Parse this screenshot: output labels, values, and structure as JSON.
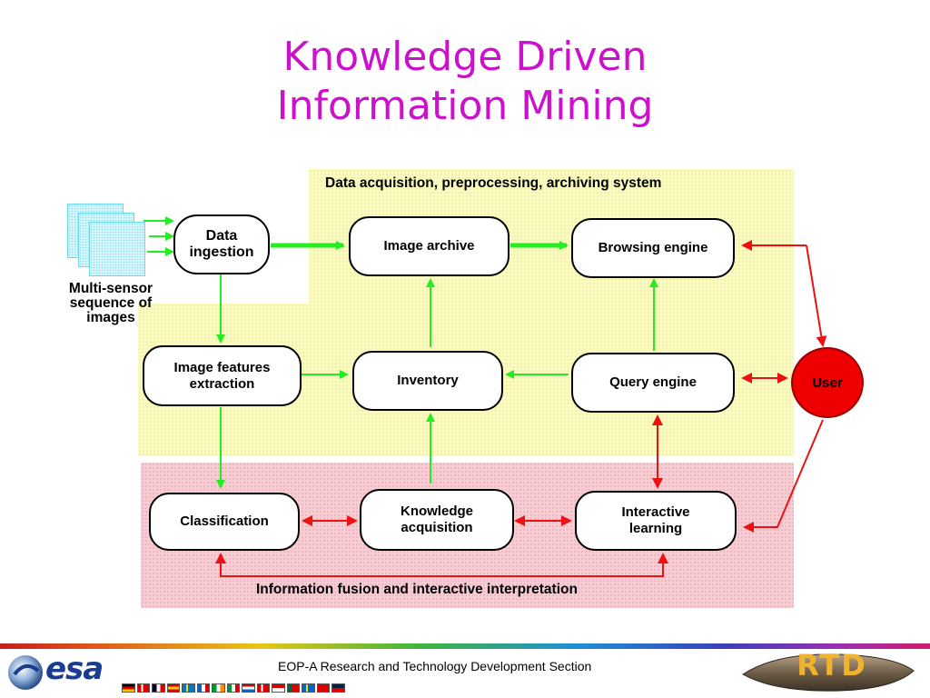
{
  "title": {
    "line1": "Knowledge Driven",
    "line2": "Information Mining"
  },
  "zones": {
    "top_label": "Data acquisition, preprocessing, archiving system",
    "bottom_label": "Information fusion and interactive interpretation"
  },
  "input": {
    "label": "Multi-sensor\nsequence of\nimages"
  },
  "nodes": {
    "data_ingestion": "Data\ningestion",
    "image_archive": "Image archive",
    "browsing_engine": "Browsing engine",
    "image_features": "Image features\nextraction",
    "inventory": "Inventory",
    "query_engine": "Query engine",
    "user": "User",
    "classification": "Classification",
    "knowledge_acquisition": "Knowledge\nacquisition",
    "interactive_learning": "Interactive\nlearning"
  },
  "colors": {
    "title": "#cc11cc",
    "flow_arrow": "#22ee22",
    "interaction_arrow": "#ee1111",
    "user_fill": "#ee0000"
  },
  "footer": {
    "logo_text": "esa",
    "section": "EOP-A Research and Technology Development Section",
    "badge": "RTD"
  }
}
